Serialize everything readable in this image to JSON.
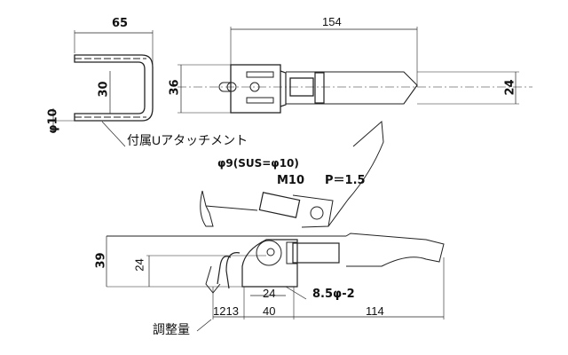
{
  "top_view": {
    "u_attachment_width": "65",
    "u_attachment_inner": "30",
    "u_rod_dia": "φ10",
    "body_height": "36",
    "overall_length": "154",
    "rod_height": "24"
  },
  "labels": {
    "u_attachment": "付属Uアタッチメント",
    "hook_dia": "φ9(SUS=φ10)",
    "thread": "M10",
    "pitch": "P＝1.5",
    "hole": "8.5φ-2",
    "adjust": "調整量"
  },
  "side_view": {
    "height_total": "39",
    "height_base": "24",
    "hole_pitch": "24",
    "base_length": "40",
    "lever_length": "114",
    "adjust_range": "1213"
  }
}
